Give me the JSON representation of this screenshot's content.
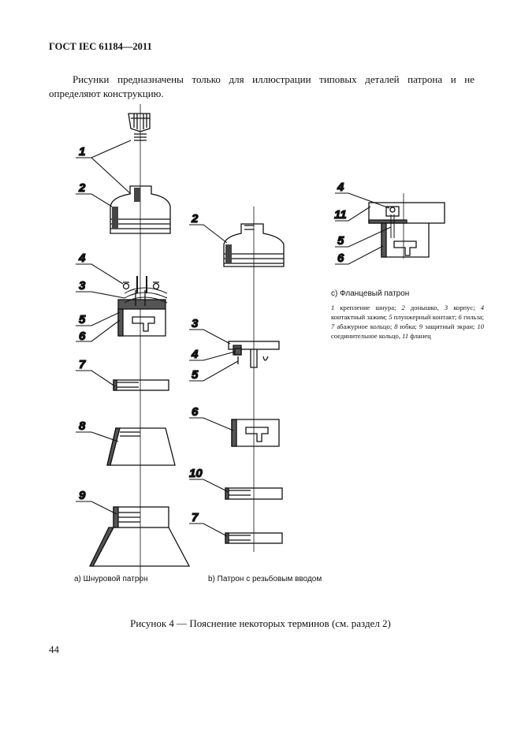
{
  "header": {
    "standard": "ГОСТ IEC 61184—2011"
  },
  "intro": {
    "text": "Рисунки предназначены только для иллюстрации типовых деталей патрона и не определяют конструкцию."
  },
  "figure": {
    "callouts_a": [
      "1",
      "2",
      "4",
      "3",
      "5",
      "6",
      "7",
      "8",
      "9"
    ],
    "callouts_b": [
      "2",
      "3",
      "4",
      "5",
      "6",
      "10",
      "7"
    ],
    "callouts_c": [
      "4",
      "11",
      "5",
      "6"
    ],
    "caption_a": "а) Шнуровой патрон",
    "caption_b": "b) Патрон с резьбовым вводом",
    "caption_c": "с) Фланцевый патрон",
    "legend": {
      "i1": "1",
      "t1": " крепление шнура; ",
      "i2": "2",
      "t2": " донышко, ",
      "i3": "3",
      "t3": " корпус; ",
      "i4": "4",
      "t4": " контактный зажим; ",
      "i5": "5",
      "t5": " плунжерный контакт; ",
      "i6": "6",
      "t6": " гильза; ",
      "i7": "7",
      "t7": " абажурное кольцо; ",
      "i8": "8",
      "t8": " юбка; ",
      "i9": "9",
      "t9": " защитный экран; ",
      "i10": "10",
      "t10": " соединительное кольцо, ",
      "i11": "11",
      "t11": " фланец"
    },
    "title": "Рисунок 4 — Пояснение некоторых терминов (см. раздел 2)"
  },
  "page_number": "44"
}
